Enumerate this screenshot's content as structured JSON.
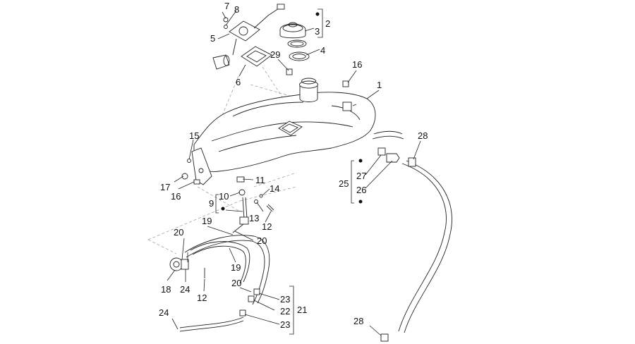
{
  "diagram": {
    "callouts": {
      "c1": "1",
      "c2": "2",
      "c3": "3",
      "c4": "4",
      "c5": "5",
      "c6": "6",
      "c7": "7",
      "c8": "8",
      "c9": "9",
      "c10": "10",
      "c11": "11",
      "c12a": "12",
      "c12b": "12",
      "c13": "13",
      "c14": "14",
      "c15": "15",
      "c16a": "16",
      "c16b": "16",
      "c17": "17",
      "c18": "18",
      "c19a": "19",
      "c19b": "19",
      "c20a": "20",
      "c20b": "20",
      "c20c": "20",
      "c21": "21",
      "c22": "22",
      "c23a": "23",
      "c23b": "23",
      "c24a": "24",
      "c24b": "24",
      "c25": "25",
      "c26": "26",
      "c27": "27",
      "c28a": "28",
      "c28b": "28",
      "c29": "29"
    }
  }
}
